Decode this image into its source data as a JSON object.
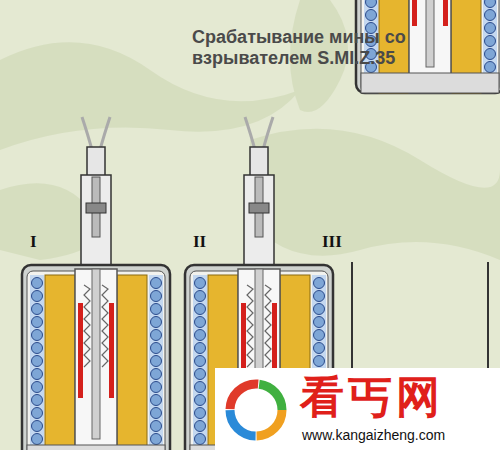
{
  "diagram": {
    "title": "Срабатывание мины со взрывателем S.MI.Z.35",
    "labels": [
      "I",
      "II",
      "III",
      "看丐网",
      "www.kangaizheng.com"
    ]
  }
}
